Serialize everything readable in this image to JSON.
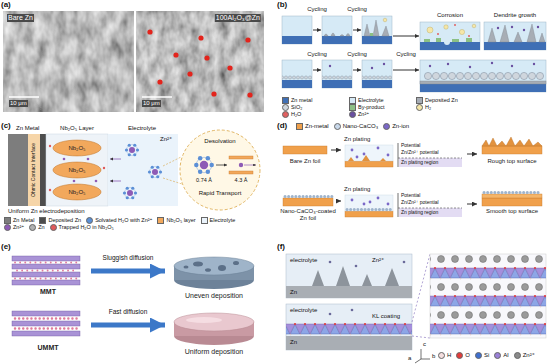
{
  "diagram": {
    "nodes": [
      {
        "text": [
          "Nb₂O₅"
        ]
      },
      {
        "text": [
          "Nb₂O₅"
        ]
      },
      {
        "text": [
          "Nb₂O₅"
        ]
      },
      {
        "text": [
          "Bare Zn foil"
        ]
      },
      {
        "text": [
          "Zn plating"
        ]
      },
      {
        "text": [
          "Rough top surface"
        ]
      },
      {
        "text": [
          "Nano-CaCO₃-coated Zn foil"
        ]
      },
      {
        "text": [
          "Zn plating"
        ]
      },
      {
        "text": [
          "Smooth top surface"
        ]
      },
      {
        "text": [
          "MMT"
        ]
      },
      {
        "text": [
          "Uneven deposition"
        ]
      },
      {
        "text": [
          "UMMT"
        ]
      },
      {
        "text": [
          "Uniform deposition"
        ]
      }
    ],
    "edges": [
      {
        "from": 3,
        "to": 4,
        "arrow": "to"
      },
      {
        "from": 4,
        "to": 5,
        "arrow": "to"
      },
      {
        "from": 6,
        "to": 7,
        "arrow": "to"
      },
      {
        "from": 7,
        "to": 8,
        "arrow": "to"
      },
      {
        "from": 9,
        "to": 10,
        "label": "Sluggish diffusion",
        "arrow": "to"
      },
      {
        "from": 11,
        "to": 12,
        "label": "Fast diffusion",
        "arrow": "to"
      }
    ],
    "labels": [
      "(a)",
      "Bare Zn",
      "100Al₂O₃@Zn",
      "10 μm",
      "10 μm",
      "(b)",
      "Cycling",
      "Cycling",
      "Corrosion",
      "Dendrite growth",
      "Cycling",
      "Cycling",
      "Cycling",
      "(c)",
      "Zn Metal",
      "Nb₂O₅ Layer",
      "Electrolyte",
      "Ohmic Contact Interface",
      "Zn²⁺",
      "Desolvation",
      "Rapid Transport",
      "0.74 Å",
      "4.3 Å",
      "Uniform Zn electrodeposition",
      "(d)",
      "Potential",
      "Zn/Zn²⁺ potential",
      "Zn plating region",
      "Potential",
      "Zn/Zn²⁺ potential",
      "Zn plating region",
      "(e)",
      "(f)",
      "electrolyte",
      "Zn²⁺",
      "Zn",
      "electrolyte",
      "Zn",
      "KL coating",
      "a",
      "b",
      "c"
    ],
    "legend": [
      {
        "text": "Zn metal",
        "color": "#3f6fb5"
      },
      {
        "text": "Electrolyte",
        "color": "#d6eaf6"
      },
      {
        "text": "Deposited Zn",
        "color": "#a7adb5"
      },
      {
        "text": "SiO₂",
        "color": "#cfd6dd"
      },
      {
        "text": "By-product",
        "color": "#8cc084"
      },
      {
        "text": "H₂",
        "color": "#f5e6a8"
      },
      {
        "text": "H₂O",
        "color": "#e06060"
      },
      {
        "text": "Zn²⁺",
        "color": "#6a4fa0"
      },
      {
        "text": "Zn Metal",
        "color": "#7d7d7d"
      },
      {
        "text": "Deposited Zn",
        "color": "#4d4d4d"
      },
      {
        "text": "Solvated H₂O with Zn²⁺",
        "color": "#5b8fd6"
      },
      {
        "text": "Nb₂O₅ layer",
        "color": "#f2a85c"
      },
      {
        "text": "Electrolyte",
        "color": "#eaf3fb"
      },
      {
        "text": "Zn²⁺",
        "color": "#8e5bb5"
      },
      {
        "text": "Zn",
        "color": "#b0b0b0"
      },
      {
        "text": "Trapped H₂O in Nb₂O₅",
        "color": "#e05a5a"
      },
      {
        "text": "Zn-metal",
        "color": "#f0a04b"
      },
      {
        "text": "Nano-CaCO₃",
        "color": "#c8d8ea"
      },
      {
        "text": "Zn-ion",
        "color": "#7b68c8"
      },
      {
        "text": "H",
        "color": "#f4dede"
      },
      {
        "text": "O",
        "color": "#e23b3b"
      },
      {
        "text": "Si",
        "color": "#3f6fcf"
      },
      {
        "text": "Al",
        "color": "#9a80d6"
      },
      {
        "text": "Zn²⁺",
        "color": "#8a8a8a"
      }
    ]
  }
}
